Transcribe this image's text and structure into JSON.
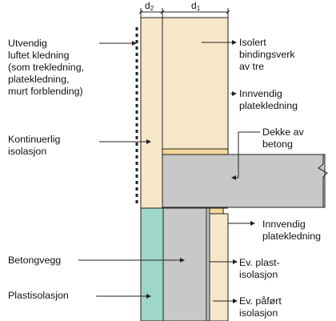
{
  "diagram": {
    "dimensions": {
      "d2": {
        "main": "d",
        "sub": "2"
      },
      "d1": {
        "main": "d",
        "sub": "1"
      }
    },
    "labels": {
      "exterior_cladding": [
        "Utvendig",
        "luftet kledning",
        "(som trekledning,",
        "platekledning,",
        "murt forblending)"
      ],
      "insulated_frame": [
        "Isolert",
        "bindingsverk",
        "av tre"
      ],
      "inner_panel_upper": [
        "Innvendig",
        "platekledning"
      ],
      "concrete_deck": [
        "Dekke av",
        "betong"
      ],
      "continuous_insulation": [
        "Kontinuerlig",
        "isolasjon"
      ],
      "inner_panel_lower": [
        "Innvendig",
        "platekledning"
      ],
      "concrete_wall": [
        "Betongvegg"
      ],
      "plastic_insulation_optional": [
        "Ev. plast-",
        "isolasjon"
      ],
      "plastic_insulation": [
        "Plastisolasjon"
      ],
      "applied_insulation_optional": [
        "Ev. påført",
        "isolasjon"
      ]
    },
    "colors": {
      "insulation_light": "#f7e7c9",
      "insulation_light_alt": "#f2e3c6",
      "concrete": "#c8c8c8",
      "concrete_alt": "#cecece",
      "plastic_insulation": "#9ed6c8",
      "cream_strip": "#f3d79a",
      "outline": "#222222"
    }
  }
}
